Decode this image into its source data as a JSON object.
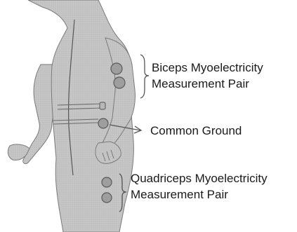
{
  "labels": {
    "biceps_line1": "Biceps Myoelectricity",
    "biceps_line2": "Measurement Pair",
    "ground": "Common Ground",
    "quad_line1": "Quadriceps Myoelectricity",
    "quad_line2": "Measurement Pair"
  },
  "colors": {
    "body_fill": "#c9c9c9",
    "body_stroke": "#7a7a7a",
    "electrode_fill": "#9e9e9e",
    "electrode_stroke": "#5a5a5a",
    "bracket": "#555555",
    "text": "#1a1a1a"
  }
}
